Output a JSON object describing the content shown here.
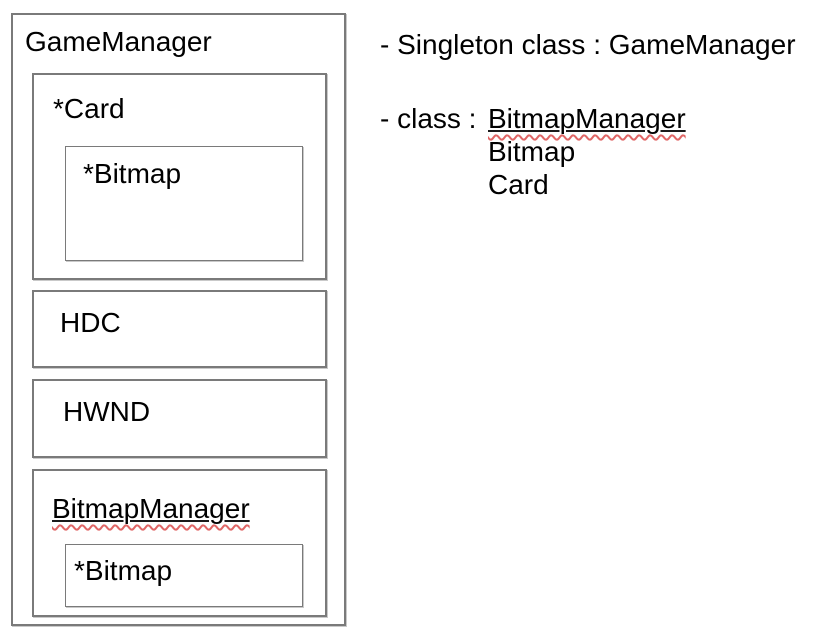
{
  "diagram": {
    "gamemanager": {
      "label": "GameManager"
    },
    "card": {
      "label": "*Card"
    },
    "card_bitmap": {
      "label": "*Bitmap"
    },
    "hdc": {
      "label": "HDC"
    },
    "hwnd": {
      "label": "HWND"
    },
    "bitmap_manager": {
      "label": "BitmapManager"
    },
    "bm_bitmap": {
      "label": "*Bitmap"
    }
  },
  "notes": {
    "singleton_line": "- Singleton class : GameManager",
    "class_line_prefix": "- class : ",
    "class_items": [
      "BitmapManager",
      "Bitmap",
      "Card"
    ]
  },
  "colors": {
    "background": "#ffffff",
    "box_border": "#7a7a7a",
    "text": "#000000",
    "squiggle": "#e06666"
  }
}
